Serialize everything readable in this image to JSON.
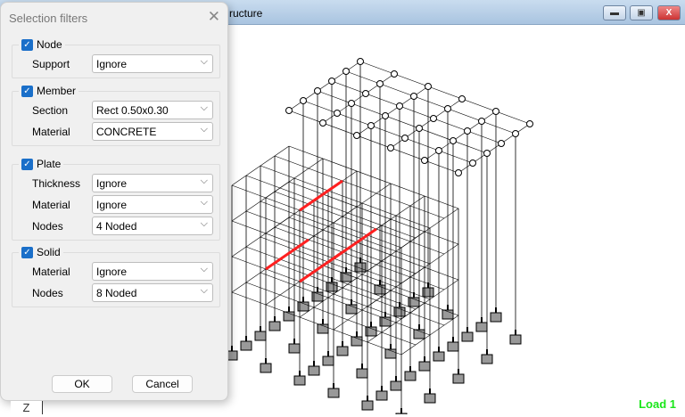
{
  "window": {
    "title": "ructure",
    "buttons": [
      "minimize",
      "maximize",
      "close"
    ]
  },
  "status": {
    "load": "Load 1",
    "tab": "Z"
  },
  "dialog": {
    "title": "Selection filters",
    "groups": [
      {
        "name": "Node",
        "checked": true,
        "rows": [
          {
            "label": "Support",
            "value": "Ignore"
          }
        ]
      },
      {
        "name": "Member",
        "checked": true,
        "rows": [
          {
            "label": "Section",
            "value": "Rect 0.50x0.30"
          },
          {
            "label": "Material",
            "value": "CONCRETE"
          }
        ]
      },
      {
        "name": "Plate",
        "checked": true,
        "rows": [
          {
            "label": "Thickness",
            "value": "Ignore"
          },
          {
            "label": "Material",
            "value": "Ignore"
          },
          {
            "label": "Nodes",
            "value": "4 Noded"
          }
        ]
      },
      {
        "name": "Solid",
        "checked": true,
        "rows": [
          {
            "label": "Material",
            "value": "Ignore"
          },
          {
            "label": "Nodes",
            "value": "8 Noded"
          }
        ]
      }
    ],
    "ok": "OK",
    "cancel": "Cancel"
  },
  "colors": {
    "selected_member": "#ff2020",
    "load_label": "#19e619",
    "checkbox": "#1a6fc9"
  }
}
